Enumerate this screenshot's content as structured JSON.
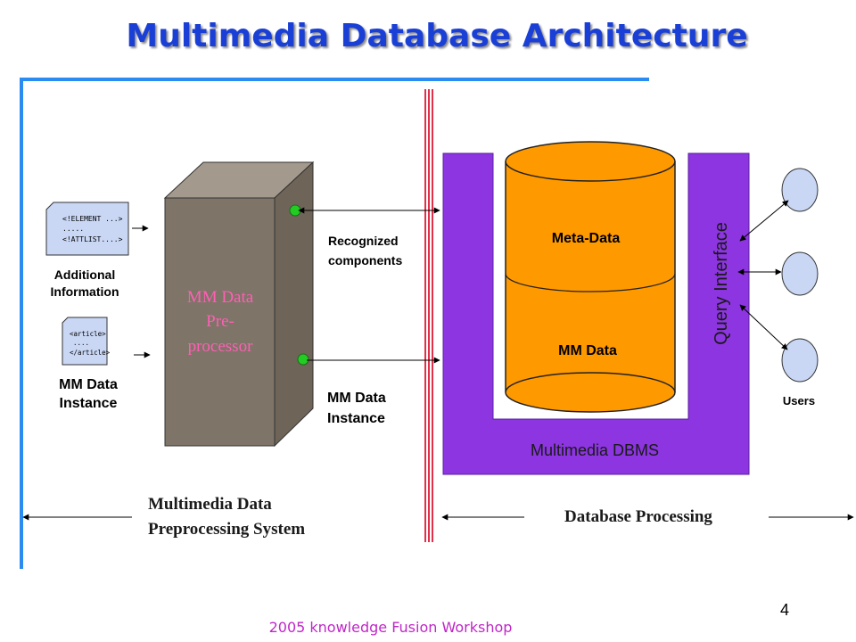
{
  "slide": {
    "title": "Multimedia Database Architecture",
    "footer": "2005 knowledge Fusion Workshop",
    "page_number": "4"
  },
  "left": {
    "xml_doc_line1": "<!ELEMENT ...>",
    "xml_doc_line2": ".....",
    "xml_doc_line3": "<!ATTLIST....>",
    "xml_doc_label_line1": "Additional",
    "xml_doc_label_line2": "Information",
    "article_doc_line1": "<article>",
    "article_doc_line2": "....",
    "article_doc_line3": "</article>",
    "article_doc_label_line1": "MM Data",
    "article_doc_label_line2": "Instance",
    "preprocessor_line1": "MM Data",
    "preprocessor_line2": "Pre-",
    "preprocessor_line3": "processor",
    "recognized_line1": "Recognized",
    "recognized_line2": "components",
    "instance_out_line1": "MM Data",
    "instance_out_line2": "Instance",
    "system_label_line1": "Multimedia Data",
    "system_label_line2": "Preprocessing System"
  },
  "right": {
    "meta_data": "Meta-Data",
    "mm_data": "MM Data",
    "dbms": "Multimedia DBMS",
    "query_interface": "Query Interface",
    "users": "Users",
    "processing_label": "Database Processing"
  },
  "colors": {
    "title": "#1a3fd6",
    "frame_blue": "#2a8cf0",
    "divider_red": "#e0304a",
    "dbms_purple": "#8c35e0",
    "cylinder_orange": "#ff9900",
    "preprocessor_text": "#ff5fb4",
    "user_fill": "#c9d7f5",
    "doc_fill": "#c9d7f5",
    "connector_green": "#22cc22",
    "footer": "#c026c8"
  }
}
